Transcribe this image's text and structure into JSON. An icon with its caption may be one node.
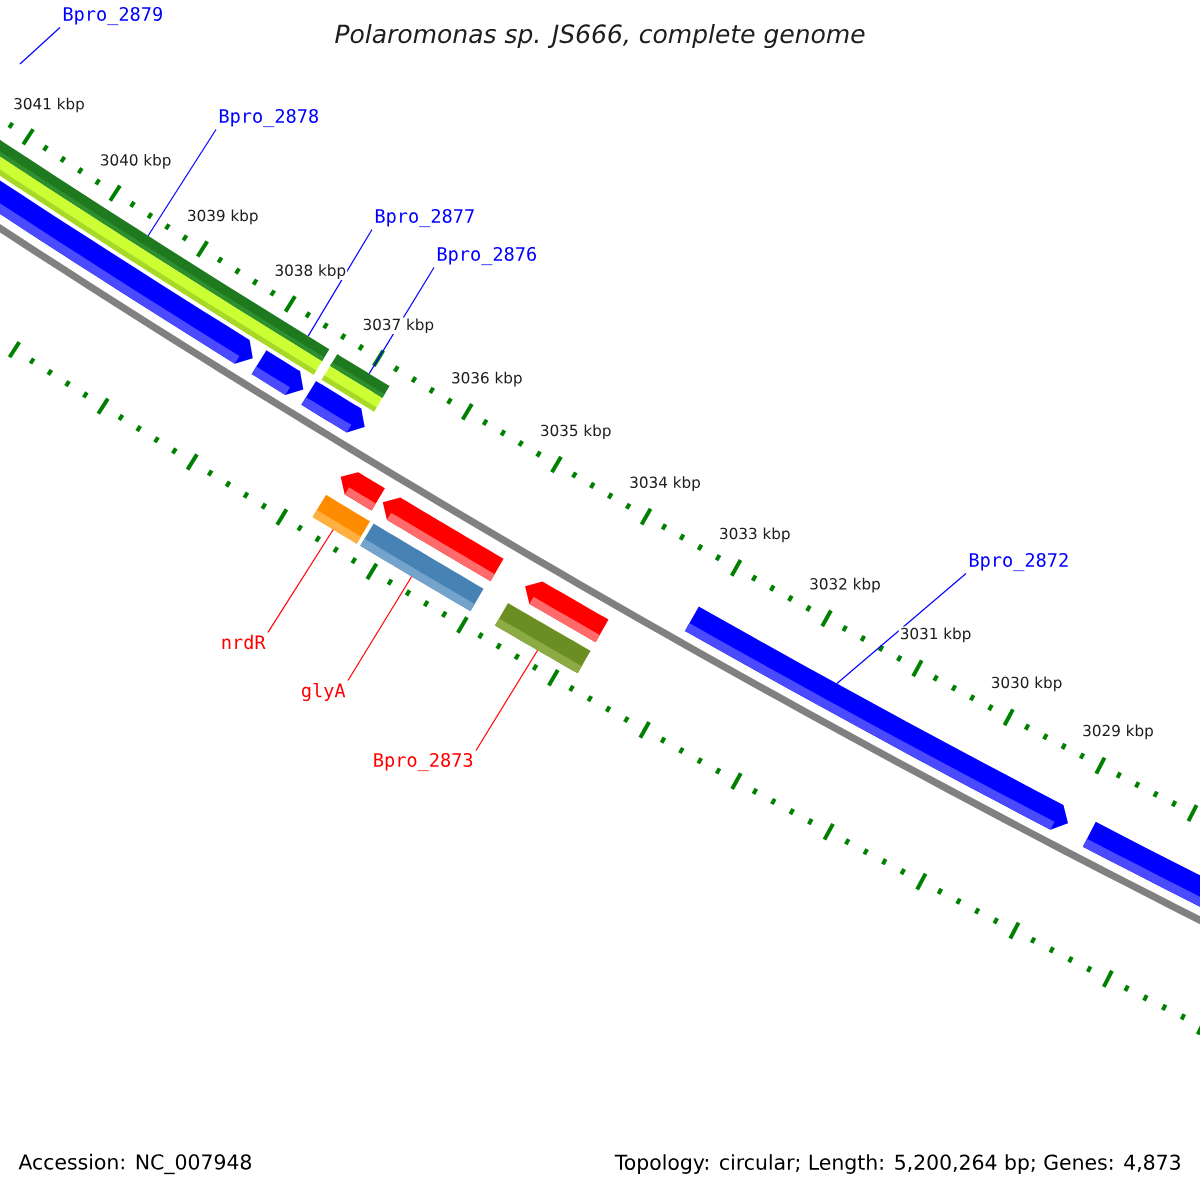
{
  "diagram": {
    "title": "Polaromonas sp. JS666, complete genome",
    "nodes": [
      {
        "text": [
          "Bpro_2879"
        ]
      },
      {
        "text": [
          "Bpro_2878"
        ]
      },
      {
        "text": [
          "Bpro_2877"
        ]
      },
      {
        "text": [
          "Bpro_2876"
        ]
      },
      {
        "text": [
          "Bpro_2872"
        ]
      },
      {
        "text": [
          "nrdR"
        ]
      },
      {
        "text": [
          "glyA"
        ]
      },
      {
        "text": [
          "Bpro_2873"
        ]
      },
      {
        "text": [],
        "shape": "bar"
      },
      {
        "text": [],
        "shape": "bar"
      },
      {
        "text": [],
        "shape": "bar"
      },
      {
        "text": [],
        "shape": "bar"
      },
      {
        "text": [],
        "shape": "arrow"
      },
      {
        "text": [],
        "shape": "arrow"
      },
      {
        "text": [],
        "shape": "arrow"
      },
      {
        "text": [],
        "shape": "arrow"
      },
      {
        "text": [],
        "shape": "arrow"
      },
      {
        "text": [],
        "shape": "bar"
      },
      {
        "text": [],
        "shape": "bar"
      },
      {
        "text": [],
        "shape": "arrow"
      },
      {
        "text": [],
        "shape": "bar"
      },
      {
        "text": [],
        "shape": "arrow"
      },
      {
        "text": [],
        "shape": "bar"
      }
    ],
    "edges": [
      {
        "from": 0,
        "to": null,
        "arrow": "none"
      },
      {
        "from": 1,
        "to": 8,
        "arrow": "none"
      },
      {
        "from": 2,
        "to": 8,
        "arrow": "none"
      },
      {
        "from": 3,
        "to": 9,
        "arrow": "none"
      },
      {
        "from": 4,
        "to": 21,
        "arrow": "none"
      },
      {
        "from": 5,
        "to": 17,
        "arrow": "none",
        "color": "#ff0000"
      },
      {
        "from": 6,
        "to": 18,
        "arrow": "none",
        "color": "#ff0000"
      },
      {
        "from": 7,
        "to": 20,
        "arrow": "none",
        "color": "#ff0000"
      }
    ],
    "labels": [
      "3041 kbp",
      "3040 kbp",
      "3039 kbp",
      "3038 kbp",
      "3037 kbp",
      "3036 kbp",
      "3035 kbp",
      "3034 kbp",
      "3033 kbp",
      "3032 kbp",
      "3031 kbp",
      "3030 kbp",
      "3029 kbp",
      "Accession: NC_007948",
      "Topology: circular; Length: 5,200,264 bp; Genes: 4,873"
    ]
  }
}
